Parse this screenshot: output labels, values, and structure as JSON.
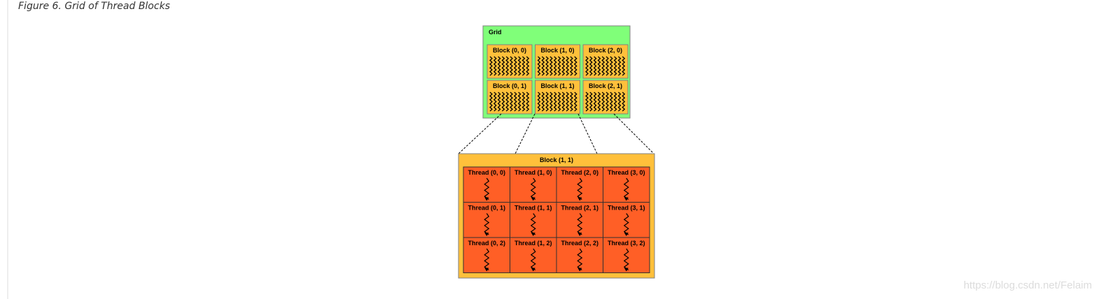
{
  "caption": "Figure 6. Grid of Thread Blocks",
  "watermark": "https://blog.csdn.net/Felaim",
  "grid": {
    "label": "Grid",
    "blocks": [
      [
        "Block (0, 0)",
        "Block (1, 0)",
        "Block (2, 0)"
      ],
      [
        "Block (0, 1)",
        "Block (1, 1)",
        "Block (2, 1)"
      ]
    ]
  },
  "block_detail": {
    "title": "Block (1, 1)",
    "threads": [
      [
        "Thread (0, 0)",
        "Thread (1, 0)",
        "Thread (2, 0)",
        "Thread (3, 0)"
      ],
      [
        "Thread (0, 1)",
        "Thread (1, 1)",
        "Thread (2, 1)",
        "Thread (3, 1)"
      ],
      [
        "Thread (0, 2)",
        "Thread (1, 2)",
        "Thread (2, 2)",
        "Thread (3, 2)"
      ]
    ]
  },
  "colors": {
    "grid_fill": "#80ff79",
    "block_fill": "#ffc03b",
    "thread_fill": "#ff5f26",
    "border": "#808080",
    "thread_border": "#303030",
    "squiggle": "#000000"
  }
}
